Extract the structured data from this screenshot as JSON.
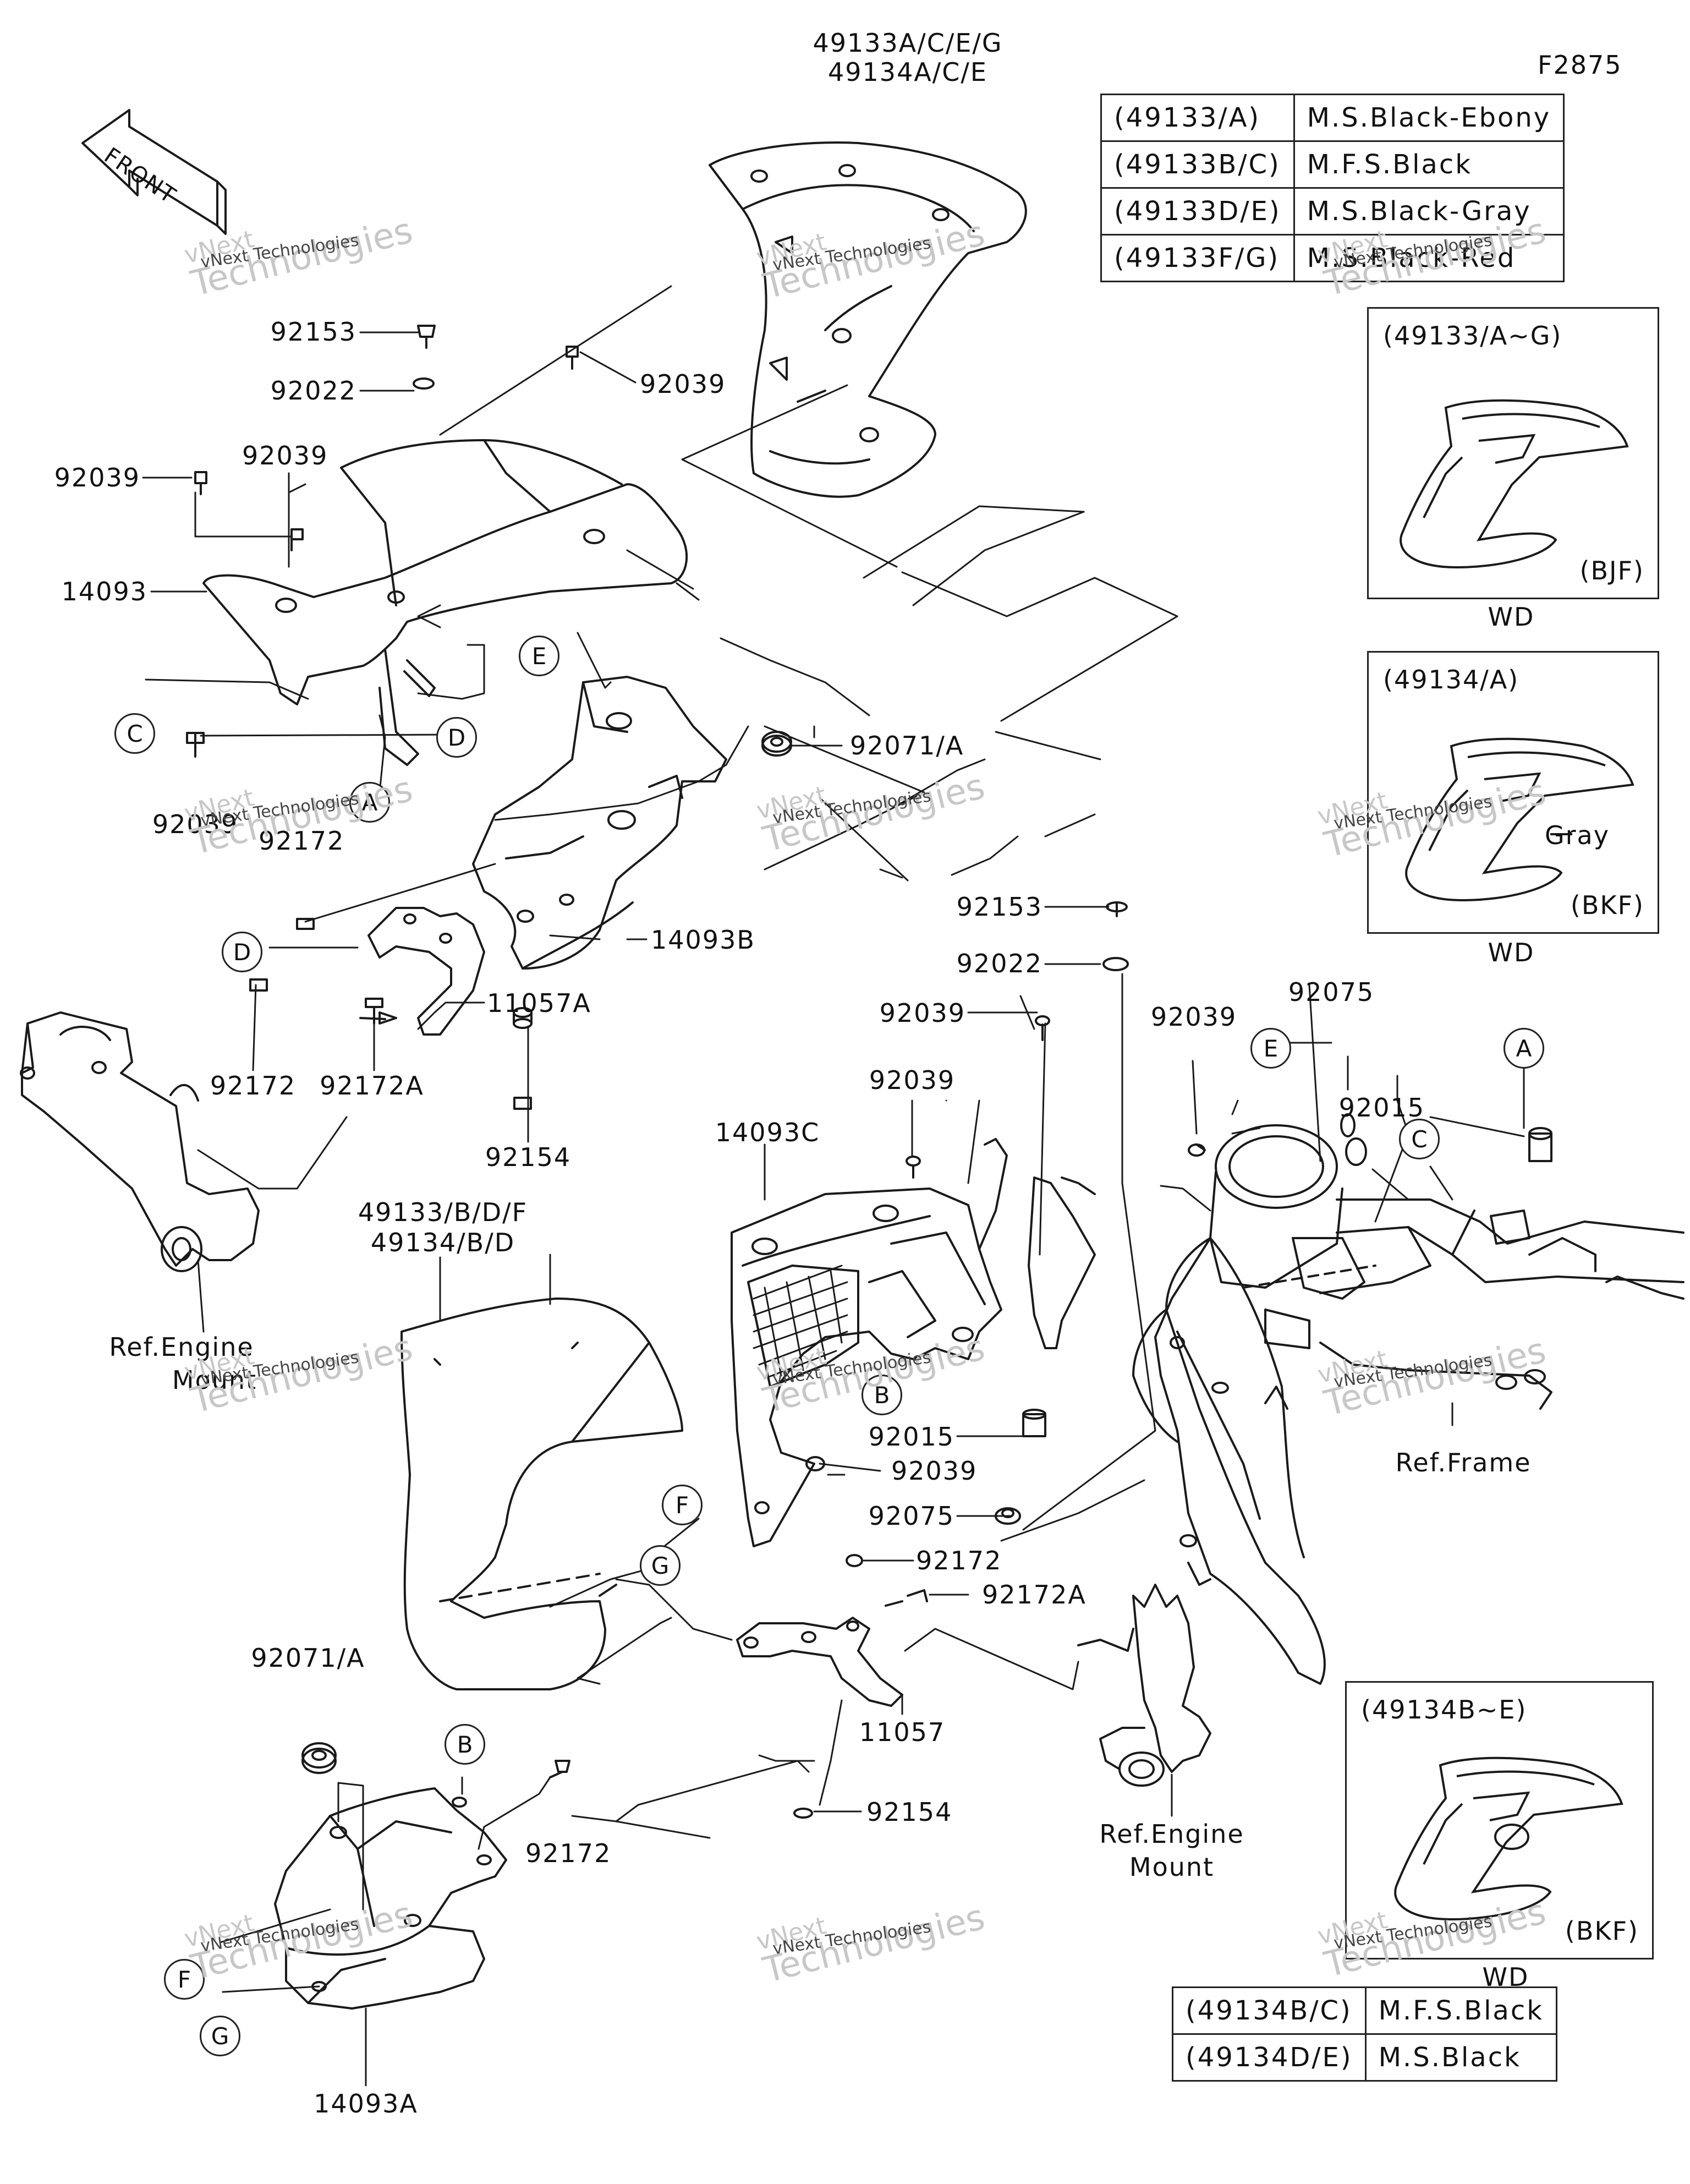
{
  "figure_code": "F2875",
  "front_label": "FRONT",
  "top_part_label": [
    "49133A/C/E/G",
    "49134A/C/E"
  ],
  "mid_part_label": [
    "49133/B/D/F",
    "49134/B/D"
  ],
  "color_table_top": [
    {
      "code": "(49133/A)",
      "color": "M.S.Black-Ebony"
    },
    {
      "code": "(49133B/C)",
      "color": "M.F.S.Black"
    },
    {
      "code": "(49133D/E)",
      "color": "M.S.Black-Gray"
    },
    {
      "code": "(49133F/G)",
      "color": "M.S.Black-Red"
    }
  ],
  "color_table_bottom": [
    {
      "code": "(49134B/C)",
      "color": "M.F.S.Black"
    },
    {
      "code": "(49134D/E)",
      "color": "M.S.Black"
    }
  ],
  "insets": [
    {
      "caption": "(49133/A~G)",
      "code": "(BJF)",
      "below": "WD",
      "extra": ""
    },
    {
      "caption": "(49134/A)",
      "code": "(BKF)",
      "below": "WD",
      "extra": "Gray"
    },
    {
      "caption": "(49134B~E)",
      "code": "(BKF)",
      "below": "WD",
      "extra": ""
    }
  ],
  "part_labels": {
    "p92153a": "92153",
    "p92022a": "92022",
    "p92039a": "92039",
    "p92039b": "92039",
    "p92039c": "92039",
    "p14093": "14093",
    "p92039d": "92039",
    "p92172a": "92172",
    "p92071a": "92071/A",
    "p14093b": "14093B",
    "p11057a": "11057A",
    "p92172b": "92172",
    "p92172A1": "92172A",
    "p92154a": "92154",
    "p92153b": "92153",
    "p92022b": "92022",
    "p92039e": "92039",
    "p92039f": "92039",
    "p92039g": "92039",
    "p92075a": "92075",
    "p92015a": "92015",
    "p14093c": "14093C",
    "p92015b": "92015",
    "p92039h": "92039",
    "p92075b": "92075",
    "p92172c": "92172",
    "p92172A2": "92172A",
    "p11057": "11057",
    "p92154b": "92154",
    "p92071b": "92071/A",
    "p92172d": "92172",
    "p14093a": "14093A"
  },
  "ref_labels": {
    "engine_mount_1": [
      "Ref.Engine",
      "Mount"
    ],
    "frame": [
      "Ref.Frame"
    ],
    "engine_mount_2": [
      "Ref.Engine",
      "Mount"
    ]
  },
  "callouts": {
    "E1": "E",
    "C1": "C",
    "D1": "D",
    "A1": "A",
    "D2": "D",
    "A2": "A",
    "E2": "E",
    "C2": "C",
    "B1": "B",
    "F1": "F",
    "G1": "G",
    "B2": "B",
    "F2": "F",
    "G2": "G"
  },
  "watermark": {
    "line1": "vNext",
    "line2": "Technologies",
    "caption": "vNext Technologies"
  }
}
